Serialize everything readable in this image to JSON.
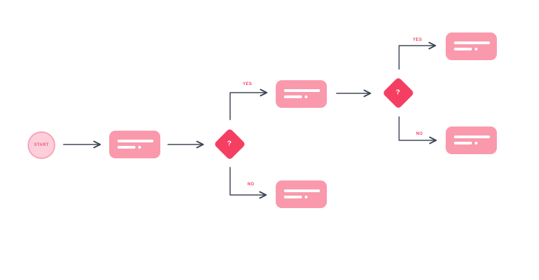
{
  "diagram": {
    "type": "flowchart",
    "background": "#FFFFFF",
    "nodes": {
      "start": {
        "shape": "circle",
        "label": "START"
      },
      "process1": {
        "shape": "rounded-rect",
        "content": "skeleton-lines"
      },
      "decision1": {
        "shape": "diamond",
        "label": "?"
      },
      "process2": {
        "shape": "rounded-rect",
        "content": "skeleton-lines"
      },
      "decision2": {
        "shape": "diamond",
        "label": "?"
      },
      "process3": {
        "shape": "rounded-rect",
        "content": "skeleton-lines"
      },
      "process4": {
        "shape": "rounded-rect",
        "content": "skeleton-lines"
      },
      "process5": {
        "shape": "rounded-rect",
        "content": "skeleton-lines"
      }
    },
    "edges": {
      "decision1_yes": "YES",
      "decision1_no": "NO",
      "decision2_yes": "YES",
      "decision2_no": "NO"
    },
    "colors": {
      "process_fill": "#FA99AC",
      "decision_fill": "#F43F63",
      "start_fill": "#FCCFDA",
      "start_border": "#F8A4B8",
      "start_text": "#EF5A7E",
      "connector": "#3E4657",
      "edge_label": "#F43F63",
      "skeleton": "#FFFFFF"
    }
  }
}
